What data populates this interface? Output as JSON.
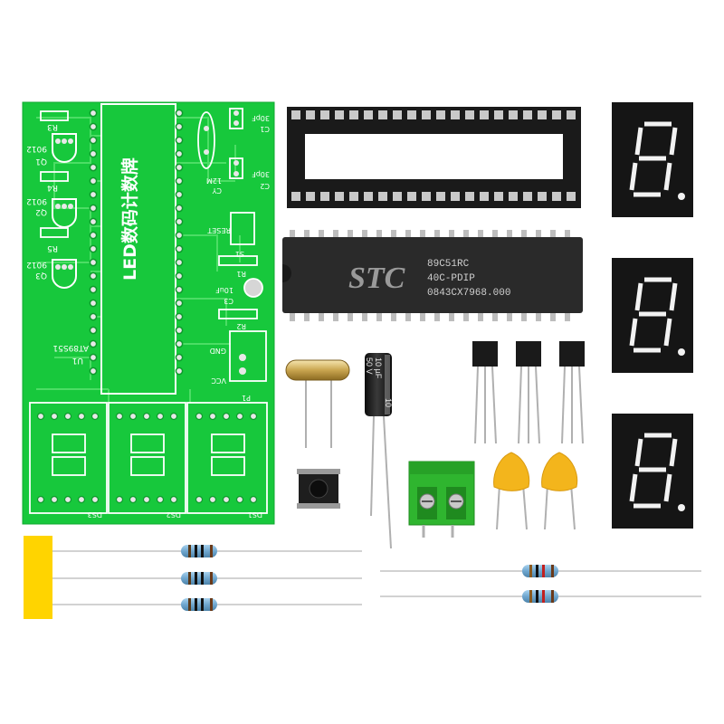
{
  "colors": {
    "pcb": "#17c83c",
    "pcb_trace": "#52e06a",
    "silkscreen": "#ffffff",
    "ic": "#2a2a2a",
    "socket": "#1a1a1a",
    "display": "#151515",
    "segment": "#f2f2f2",
    "terminal": "#2fb52f",
    "ceramic_cap": "#f3b51c",
    "resistor": "#7fb6d9",
    "tape": "#ffd400"
  },
  "pcb": {
    "title": "LED数码计数牌",
    "labels": {
      "r3": "R3",
      "r4": "R4",
      "r5": "R5",
      "q1": "Q1",
      "q2": "Q2",
      "q3": "Q3",
      "q1_part": "9012",
      "q2_part": "9012",
      "q3_part": "9012",
      "c1": "C1",
      "c1_val": "30pF",
      "c2": "C2",
      "c2_val": "30pF",
      "cy": "CY",
      "cy_val": "12M",
      "reset": "RESET",
      "s1": "S1",
      "r1": "R1",
      "r2": "R2",
      "c3": "C3",
      "c3_val": "10uF",
      "gnd": "GND",
      "vcc": "VCC",
      "p1": "P1",
      "u1": "U1",
      "u1_part": "AT89S51",
      "ds1": "DS1",
      "ds2": "DS2",
      "ds3": "DS3"
    }
  },
  "mcu": {
    "brand": "STC",
    "line1": "89C51RC",
    "line2": "40C-PDIP",
    "line3": "0843CX7968.000"
  },
  "capacitor": {
    "line1": "10 µF",
    "line2": "50 V",
    "side": "10"
  }
}
